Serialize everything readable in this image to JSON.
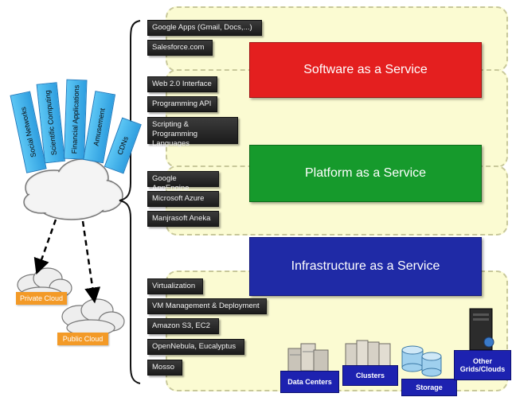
{
  "colors": {
    "saas": "#e41f1f",
    "paas": "#169a2c",
    "iaas": "#1f2aa6",
    "layer_fill": "#fbfbd2",
    "item_box": "#2a2a2a",
    "cloud_label": "#f39a27",
    "app_tab": "#42b4ee",
    "badge": "#1d22b0"
  },
  "applications": [
    "Social Networks",
    "Scientific Computing",
    "Financial Applications",
    "Amusement",
    "CDNs"
  ],
  "clouds": {
    "private": "Private Cloud",
    "public": "Public Cloud"
  },
  "layers": {
    "saas": {
      "title": "Software as a Service",
      "items": [
        "Google Apps (Gmail, Docs,...)",
        "Salesforce.com"
      ]
    },
    "paas_top": {
      "items": [
        "Web 2.0 Interface",
        "Programming API",
        "Scripting & Programming Languages"
      ]
    },
    "paas": {
      "title": "Platform as a Service",
      "items": [
        "Google AppEngine",
        "Microsoft Azure",
        "Manjrasoft Aneka"
      ]
    },
    "iaas": {
      "title": "Infrastructure as a Service",
      "items": [
        "Virtualization",
        "VM Management & Deployment",
        "Amazon S3, EC2",
        "OpenNebula, Eucalyptus",
        "Mosso"
      ]
    }
  },
  "hardware": [
    "Data Centers",
    "Clusters",
    "Storage",
    "Other Grids/Clouds"
  ],
  "icons": [
    "server-rack-icon",
    "cluster-icon",
    "storage-disk-icon",
    "tower-server-icon",
    "cloud-icon"
  ]
}
